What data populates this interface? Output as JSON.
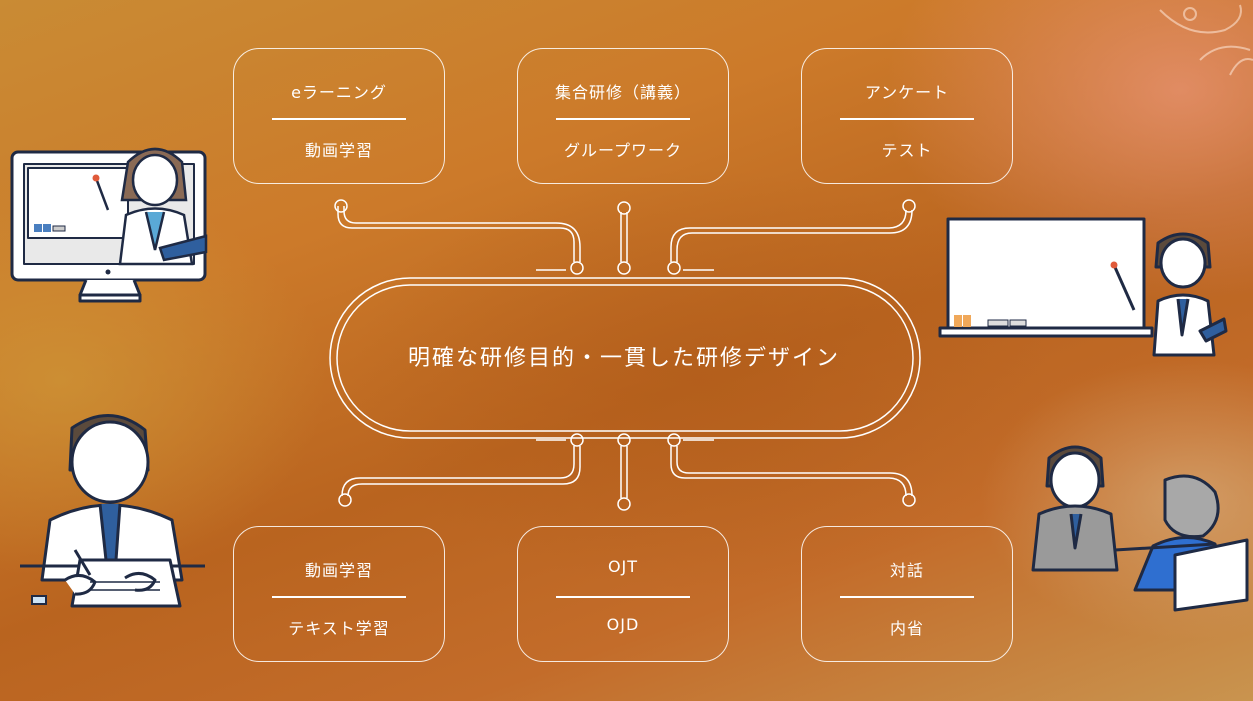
{
  "center": {
    "title": "明確な研修目的・一貫した研修デザイン"
  },
  "top_boxes": [
    {
      "top": "eラーニング",
      "bottom": "動画学習"
    },
    {
      "top": "集合研修（講義）",
      "bottom": "グループワーク"
    },
    {
      "top": "アンケート",
      "bottom": "テスト"
    }
  ],
  "bottom_boxes": [
    {
      "top": "動画学習",
      "bottom": "テキスト学習"
    },
    {
      "top": "OJT",
      "bottom": "OJD"
    },
    {
      "top": "対話",
      "bottom": "内省"
    }
  ],
  "colors": {
    "line": "#ffffff",
    "navy": "#1f2a44",
    "shirt": "#ffffff",
    "tie": "#2f5f9e",
    "skin": "#ffffff"
  },
  "illustrations": [
    "teacher-monitor-illustration",
    "teacher-whiteboard-illustration",
    "student-writing-illustration",
    "meeting-illustration"
  ]
}
